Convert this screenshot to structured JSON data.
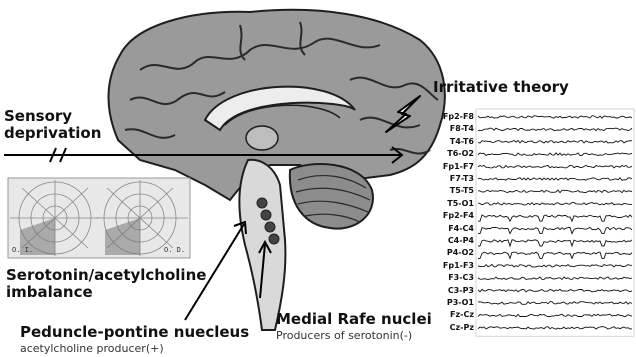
{
  "labels": {
    "sensory_deprivation": [
      "Sensory",
      "deprivation"
    ],
    "irritative_theory": "Irritative theory",
    "imbalance": [
      "Serotonin/acetylcholine",
      "imbalance"
    ],
    "ppn_title": "Peduncle-pontine nuecleus",
    "ppn_sub": "acetylcholine producer(+)",
    "raphe_title": "Medial Rafe nuclei",
    "raphe_sub": "Producers of serotonin(-)"
  },
  "visual_field": {
    "left_mark": "O. I.",
    "right_mark": "O. D."
  },
  "eeg_channels": [
    "Fp2-F8",
    "F8-T4",
    "T4-T6",
    "T6-O2",
    "Fp1-F7",
    "F7-T3",
    "T5-T5",
    "T5-O1",
    "Fp2-F4",
    "F4-C4",
    "C4-P4",
    "P4-O2",
    "Fp1-F3",
    "F3-C3",
    "C3-P3",
    "P3-O1",
    "Fz-Cz",
    "Cz-Pz"
  ],
  "icons": [
    "lightning-bolt-icon",
    "arrow-icon"
  ],
  "colors": {
    "brain": "#9a9a9a",
    "gyri_lines": "#2a2a2a",
    "brainstem": "#d9d9d9",
    "nuclei": "#444444"
  }
}
